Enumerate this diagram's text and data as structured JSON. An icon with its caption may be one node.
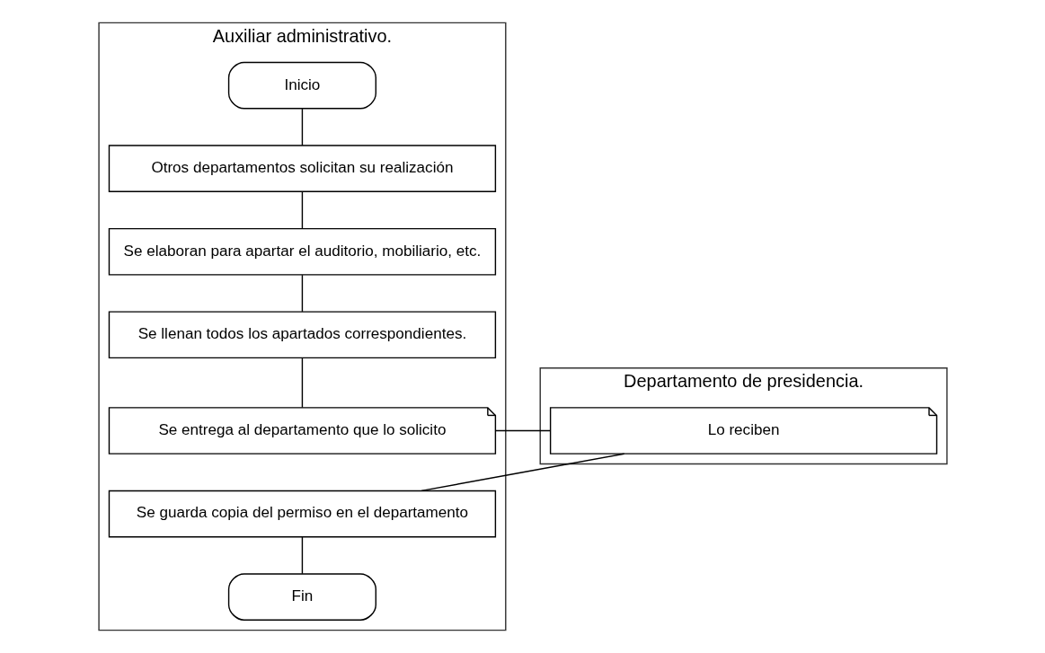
{
  "diagram": {
    "nodes": [
      {
        "text": [
          "Auxiliar administrativo."
        ]
      },
      {
        "text": [
          "Inicio"
        ],
        "in": 0
      },
      {
        "text": [
          "Otros departamentos solicitan su realización"
        ],
        "in": 0
      },
      {
        "text": [
          "Se elaboran para apartar el auditorio, mobiliario, etc."
        ],
        "in": 0
      },
      {
        "text": [
          "Se llenan todos los apartados correspondientes."
        ],
        "in": 0
      },
      {
        "text": [
          "Se entrega al departamento que lo solicito"
        ],
        "in": 0
      },
      {
        "text": [
          "Se guarda copia del permiso en el departamento"
        ],
        "in": 0
      },
      {
        "text": [
          "Fin"
        ],
        "in": 0
      },
      {
        "text": [
          "Departamento de presidencia."
        ]
      },
      {
        "text": [
          "Lo reciben"
        ],
        "in": 8
      }
    ],
    "edges": [
      {
        "from": 1,
        "to": 2,
        "arrow": "none"
      },
      {
        "from": 2,
        "to": 3,
        "arrow": "none"
      },
      {
        "from": 3,
        "to": 4,
        "arrow": "none"
      },
      {
        "from": 4,
        "to": 5,
        "arrow": "none"
      },
      {
        "from": 5,
        "to": 9,
        "arrow": "none"
      },
      {
        "from": 9,
        "to": 6,
        "arrow": "none"
      },
      {
        "from": 6,
        "to": 7,
        "arrow": "none"
      }
    ]
  }
}
